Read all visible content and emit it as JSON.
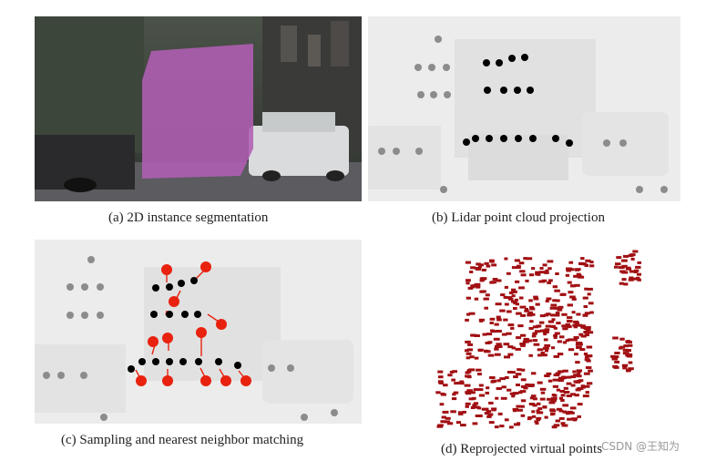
{
  "panels": [
    {
      "id": "a",
      "caption": "(a) 2D instance segmentation"
    },
    {
      "id": "b",
      "caption": "(b) Lidar point cloud projection"
    },
    {
      "id": "c",
      "caption": "(c) Sampling and nearest neighbor matching"
    },
    {
      "id": "d",
      "caption": "(d) Reprojected virtual points"
    }
  ],
  "watermark": "CSDN @王知为",
  "colors": {
    "segmentation_mask": "#b25fb4",
    "lidar_point": "#000000",
    "background_point": "#8c8c8c",
    "sampled_point": "#e8220f",
    "virtual_point": "#a10f12"
  }
}
